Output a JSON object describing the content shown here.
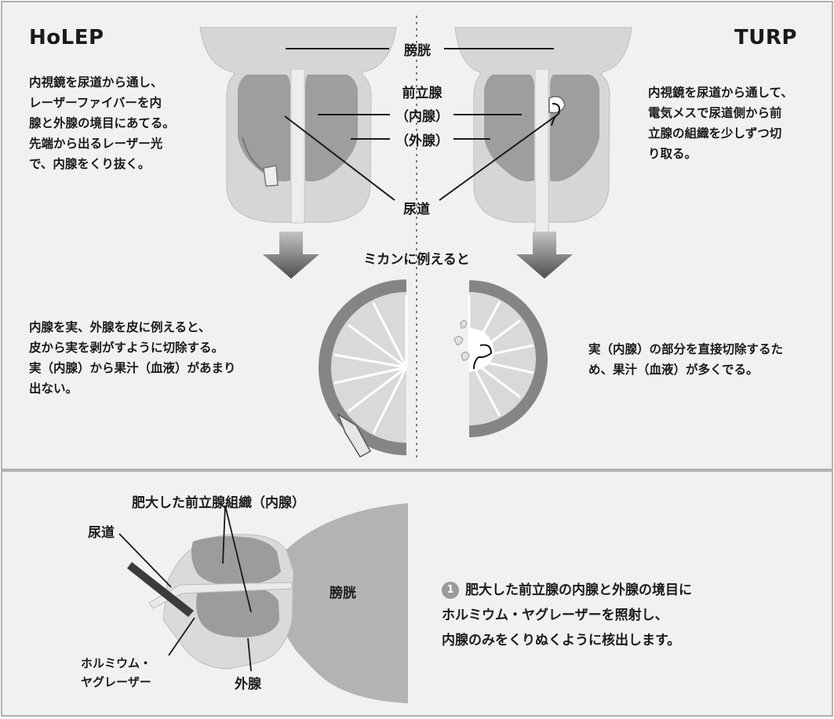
{
  "top": {
    "holep_heading": "HoLEP",
    "turp_heading": "TURP",
    "holep_description": "内視鏡を尿道から通し、\nレーザーファイバーを内\n腺と外腺の境目にあてる。\n先端から出るレーザー光\nで、内腺をくり抜く。",
    "turp_description": "内視鏡を尿道から通して、\n電気メスで尿道側から前\n立腺の組織を少しずつ切\nり取る。",
    "labels": {
      "bladder": "膀胱",
      "prostate": "前立腺",
      "inner_gland": "（内腺）",
      "outer_gland": "（外腺）",
      "urethra": "尿道"
    },
    "analogy_caption": "ミカンに例えると",
    "holep_analogy_text": "内腺を実、外腺を皮に例えると、\n皮から実を剥がすように切除する。\n実（内腺）から果汁（血液）があまり\n出ない。",
    "turp_analogy_text": "実（内腺）の部分を直接切除するた\nめ、果汁（血液）が多くでる。"
  },
  "bottom": {
    "labels": {
      "enlarged_tissue": "肥大した前立腺組織（内腺）",
      "urethra": "尿道",
      "bladder": "膀胱",
      "laser": "ホルミウム・\nヤグレーザー",
      "outer_gland": "外腺"
    },
    "step_number": "1",
    "step_text": "肥大した前立腺の内腺と外腺の境目に\nホルミウム・ヤグレーザーを照射し、\n内腺のみをくりぬくように核出します。"
  },
  "colors": {
    "light_gray": "#d9d9d9",
    "mid_gray": "#a8a8a8",
    "dark_gray": "#5e5e5e",
    "panel_bg": "#f1f1f1",
    "line": "#1a1a1a"
  }
}
